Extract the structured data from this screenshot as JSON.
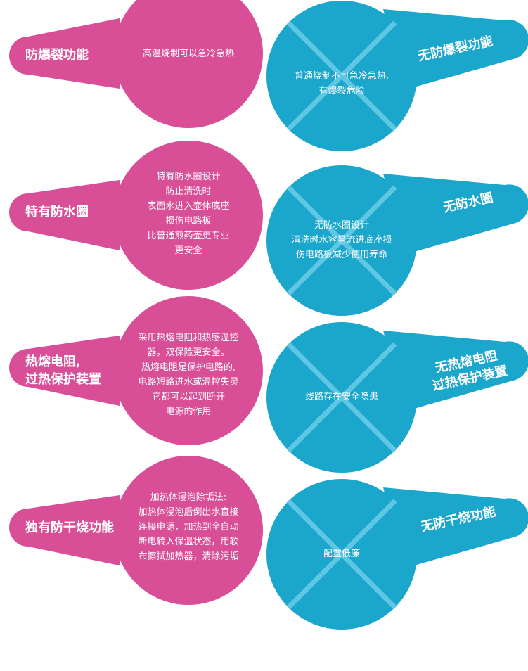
{
  "colors": {
    "pink": "#d94f97",
    "blue": "#1ba6cc",
    "cross": "#5fc6e3"
  },
  "rows": [
    {
      "left_title": [
        "防爆裂功能"
      ],
      "left_desc": [
        "高温烧制可以急冷急热"
      ],
      "right_title": [
        "无防爆裂功能"
      ],
      "right_desc": [
        "普通烧制不可急冷急热,",
        "有爆裂危险"
      ]
    },
    {
      "left_title": [
        "特有防水圈"
      ],
      "left_desc": [
        "特有防水圈设计",
        "防止清洗时",
        "表面水进入壶体底座",
        "损伤电路板",
        "比普通煎药壶更专业",
        "更安全"
      ],
      "right_title": [
        "无防水圈"
      ],
      "right_desc": [
        "无防水圈设计",
        "清洗时水容易流进底座损",
        "伤电路板减少使用寿命"
      ]
    },
    {
      "left_title": [
        "热熔电阻,",
        "过热保护装置"
      ],
      "left_desc": [
        "采用热熔电阻和热感温控",
        "器，双保险更安全。",
        "热熔电阻是保护电路的,",
        "电路短路进水或温控失灵",
        "它都可以起到断开",
        "电源的作用"
      ],
      "right_title": [
        "无热熔电阻",
        "过热保护装置"
      ],
      "right_desc": [
        "线路存在安全隐患"
      ]
    },
    {
      "left_title": [
        "独有防干烧功能"
      ],
      "left_desc": [
        "加热体浸泡除垢法:",
        "加热体浸泡后倒出水直接",
        "连接电源，加热到全自动",
        "断电转入保温状态，用软",
        "布擦拭加热器，清除污垢"
      ],
      "right_title": [
        "无防干烧功能"
      ],
      "right_desc": [
        "配置低廉"
      ]
    }
  ]
}
